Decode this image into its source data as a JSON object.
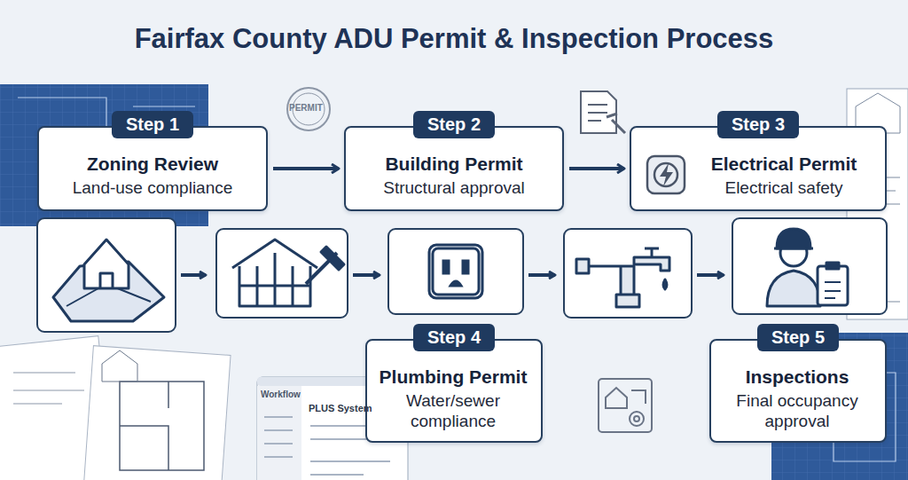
{
  "diagram": {
    "title": "Fairfax County ADU Permit & Inspection Process",
    "nodes": [
      {
        "text": [
          "Step 1",
          "Zoning Review",
          "Land-use compliance"
        ]
      },
      {
        "text": [
          "Step 2",
          "Building Permit",
          "Structural approval"
        ]
      },
      {
        "text": [
          "Step 3",
          "Electrical Permit",
          "Electrical safety"
        ]
      },
      {
        "text": [
          "Step 4",
          "Plumbing Permit",
          "Water/sewer compliance"
        ]
      },
      {
        "text": [
          "Step 5",
          "Inspections",
          "Final occupancy approval"
        ]
      }
    ],
    "edges": [
      {
        "from": 0,
        "to": 1,
        "arrow": "to"
      },
      {
        "from": 1,
        "to": 2,
        "arrow": "to"
      }
    ],
    "labels": [
      "PERMIT",
      "Workflow",
      "PLUS System"
    ]
  }
}
